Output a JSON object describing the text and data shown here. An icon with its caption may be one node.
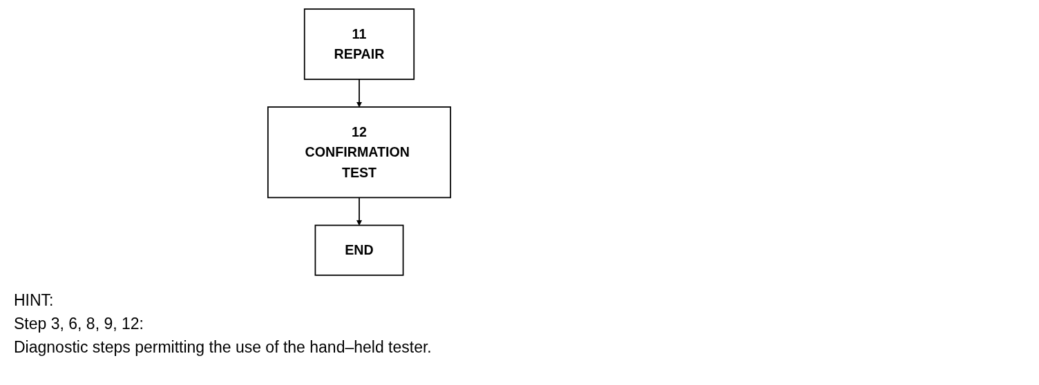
{
  "diagram": {
    "nodes": [
      {
        "text": [
          "11",
          "REPAIR"
        ]
      },
      {
        "text": [
          "12",
          "CONFIRMATION TEST"
        ]
      },
      {
        "text": [
          "END"
        ]
      }
    ],
    "edges": [
      {
        "from": 0,
        "to": 1,
        "arrow": "to"
      },
      {
        "from": 1,
        "to": 2,
        "arrow": "to"
      }
    ],
    "labels": [
      "HINT:",
      "Step 3, 6, 8, 9, 12:",
      "Diagnostic steps permitting the use of the hand–held tester."
    ]
  }
}
